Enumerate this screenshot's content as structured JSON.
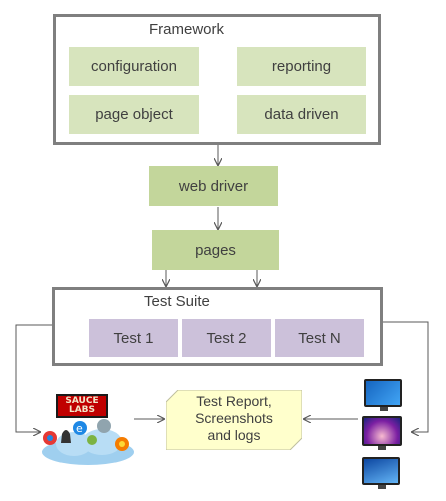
{
  "framework": {
    "title": "Framework",
    "modules": {
      "configuration": "configuration",
      "reporting": "reporting",
      "page_object": "page object",
      "data_driven": "data driven"
    }
  },
  "web_driver": {
    "label": "web driver"
  },
  "pages": {
    "label": "pages"
  },
  "test_suite": {
    "title": "Test Suite",
    "tests": [
      "Test 1",
      "Test 2",
      "Test N"
    ]
  },
  "sauce_labs": {
    "line1": "SAUCE",
    "line2": "LABS"
  },
  "test_report": {
    "line1": "Test Report,",
    "line2": "Screenshots",
    "line3": "and logs"
  },
  "colors": {
    "frame_border": "#7f7f7f",
    "module_fill": "#d7e4bd",
    "driver_fill": "#c3d69b",
    "test_fill": "#ccc1da",
    "report_fill": "#ffffcc",
    "arrow": "#595959"
  }
}
